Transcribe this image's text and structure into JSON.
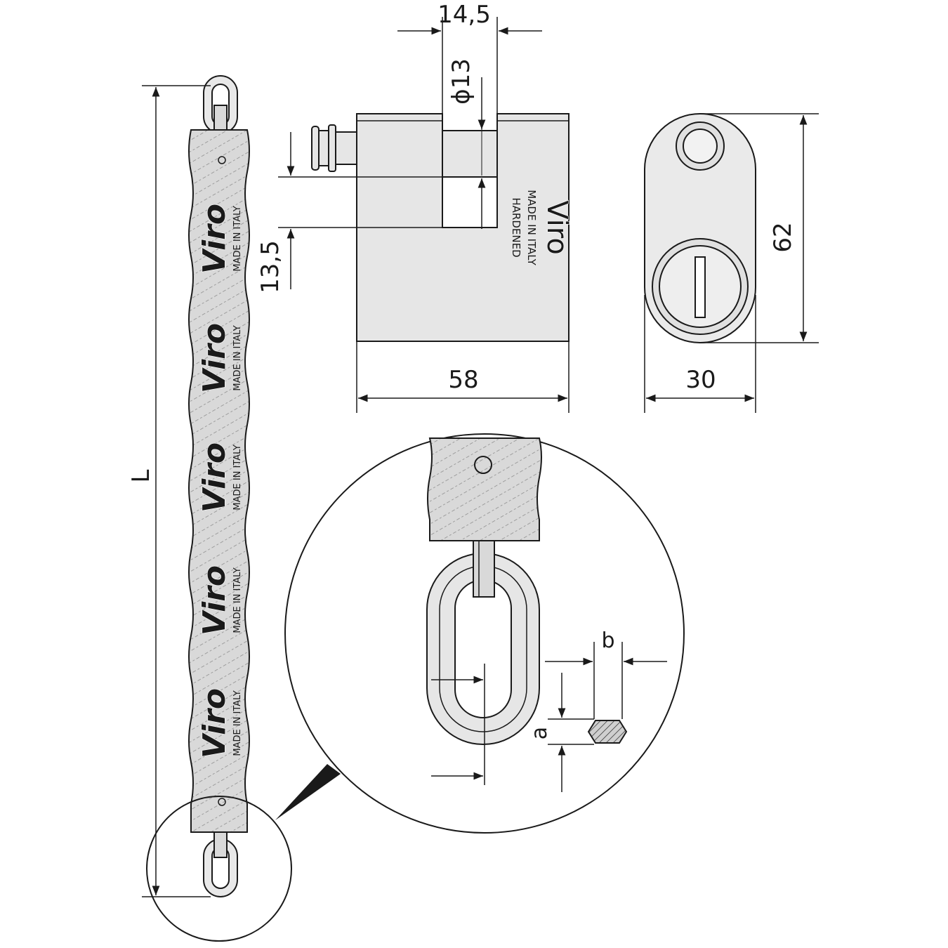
{
  "dimensions": {
    "shackle_width": "14,5",
    "shackle_diameter": "ϕ13",
    "shackle_clearance": "13,5",
    "body_width": "58",
    "body_depth": "30",
    "body_height": "62",
    "chain_length": "L",
    "link_thickness": "a",
    "link_width": "b"
  },
  "padlock_marking": {
    "brand": "Viro",
    "line1": "MADE IN ITALY",
    "line2": "HARDENED"
  },
  "sleeve_marking": {
    "brand": "Viro",
    "line1": "MADE IN ITALY"
  },
  "colors": {
    "line": "#1a1a1a",
    "body": "#e6e6e6",
    "sleeve": "#dcdcdc",
    "background": "#ffffff"
  }
}
